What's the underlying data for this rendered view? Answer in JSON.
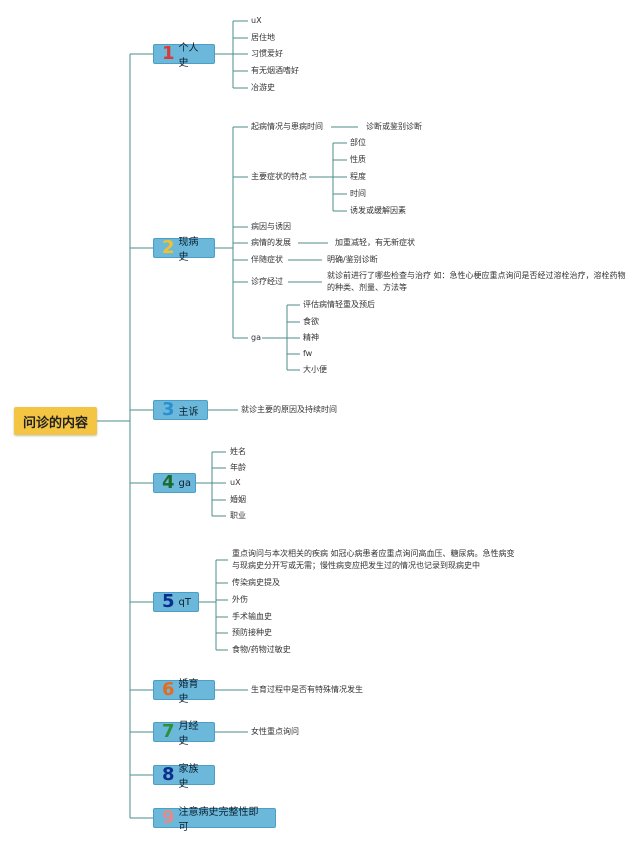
{
  "root": "问诊的内容",
  "colors": {
    "root": "#f4c542",
    "category": "#6bb8db",
    "line": "#4e8c8c"
  },
  "categories": [
    {
      "num": "1",
      "num_color": "#d93b3b",
      "label": "个人史"
    },
    {
      "num": "2",
      "num_color": "#f2c12e",
      "label": "现病史"
    },
    {
      "num": "3",
      "num_color": "#2a8fd0",
      "label": "主诉"
    },
    {
      "num": "4",
      "num_color": "#1a6b2e",
      "label": "ga"
    },
    {
      "num": "5",
      "num_color": "#0d2f8c",
      "label": "qT"
    },
    {
      "num": "6",
      "num_color": "#e86a1a",
      "label": "婚育史"
    },
    {
      "num": "7",
      "num_color": "#2f8f3a",
      "label": "月经史"
    },
    {
      "num": "8",
      "num_color": "#0d2f8c",
      "label": "家族史"
    },
    {
      "num": "9",
      "num_color": "#e58a8a",
      "label": "注意病史完整性即可"
    }
  ],
  "c1": [
    "uX",
    "居住地",
    "习惯爱好",
    "有无烟酒嗜好",
    "冶游史"
  ],
  "c2": {
    "onset": "起病情况与患病时间",
    "onset_sub": "诊断或鉴别诊断",
    "main": "主要症状的特点",
    "main_sub": [
      "部位",
      "性质",
      "程度",
      "时间",
      "诱发或缓解因素"
    ],
    "cause": "病因与诱因",
    "dev": "病情的发展",
    "dev_sub": "加重减轻，有无新症状",
    "accomp": "伴随症状",
    "accomp_sub": "明确/鉴别诊断",
    "treat": "诊疗经过",
    "treat_sub": "就诊前进行了哪些检查与治疗 如：急性心梗应重点询问是否经过溶栓治疗，溶栓药物的种类、剂量、方法等",
    "ga": "ga",
    "ga_sub": [
      "评估病情轻重及预后",
      "食欲",
      "精神",
      "fw",
      "大小便"
    ]
  },
  "c3": "就诊主要的原因及持续时间",
  "c4": [
    "姓名",
    "年龄",
    "uX",
    "婚姻",
    "职业"
  ],
  "c5": [
    "重点询问与本次相关的疾病 如冠心病患者应重点询问高血压、糖尿病。急性病变与现病史分开写或无需；慢性病变应把发生过的情况也记录到现病史中",
    "传染病史提及",
    "外伤",
    "手术输血史",
    "预防接种史",
    "食物/药物过敏史"
  ],
  "c6": "生育过程中是否有特殊情况发生",
  "c7": "女性重点询问"
}
